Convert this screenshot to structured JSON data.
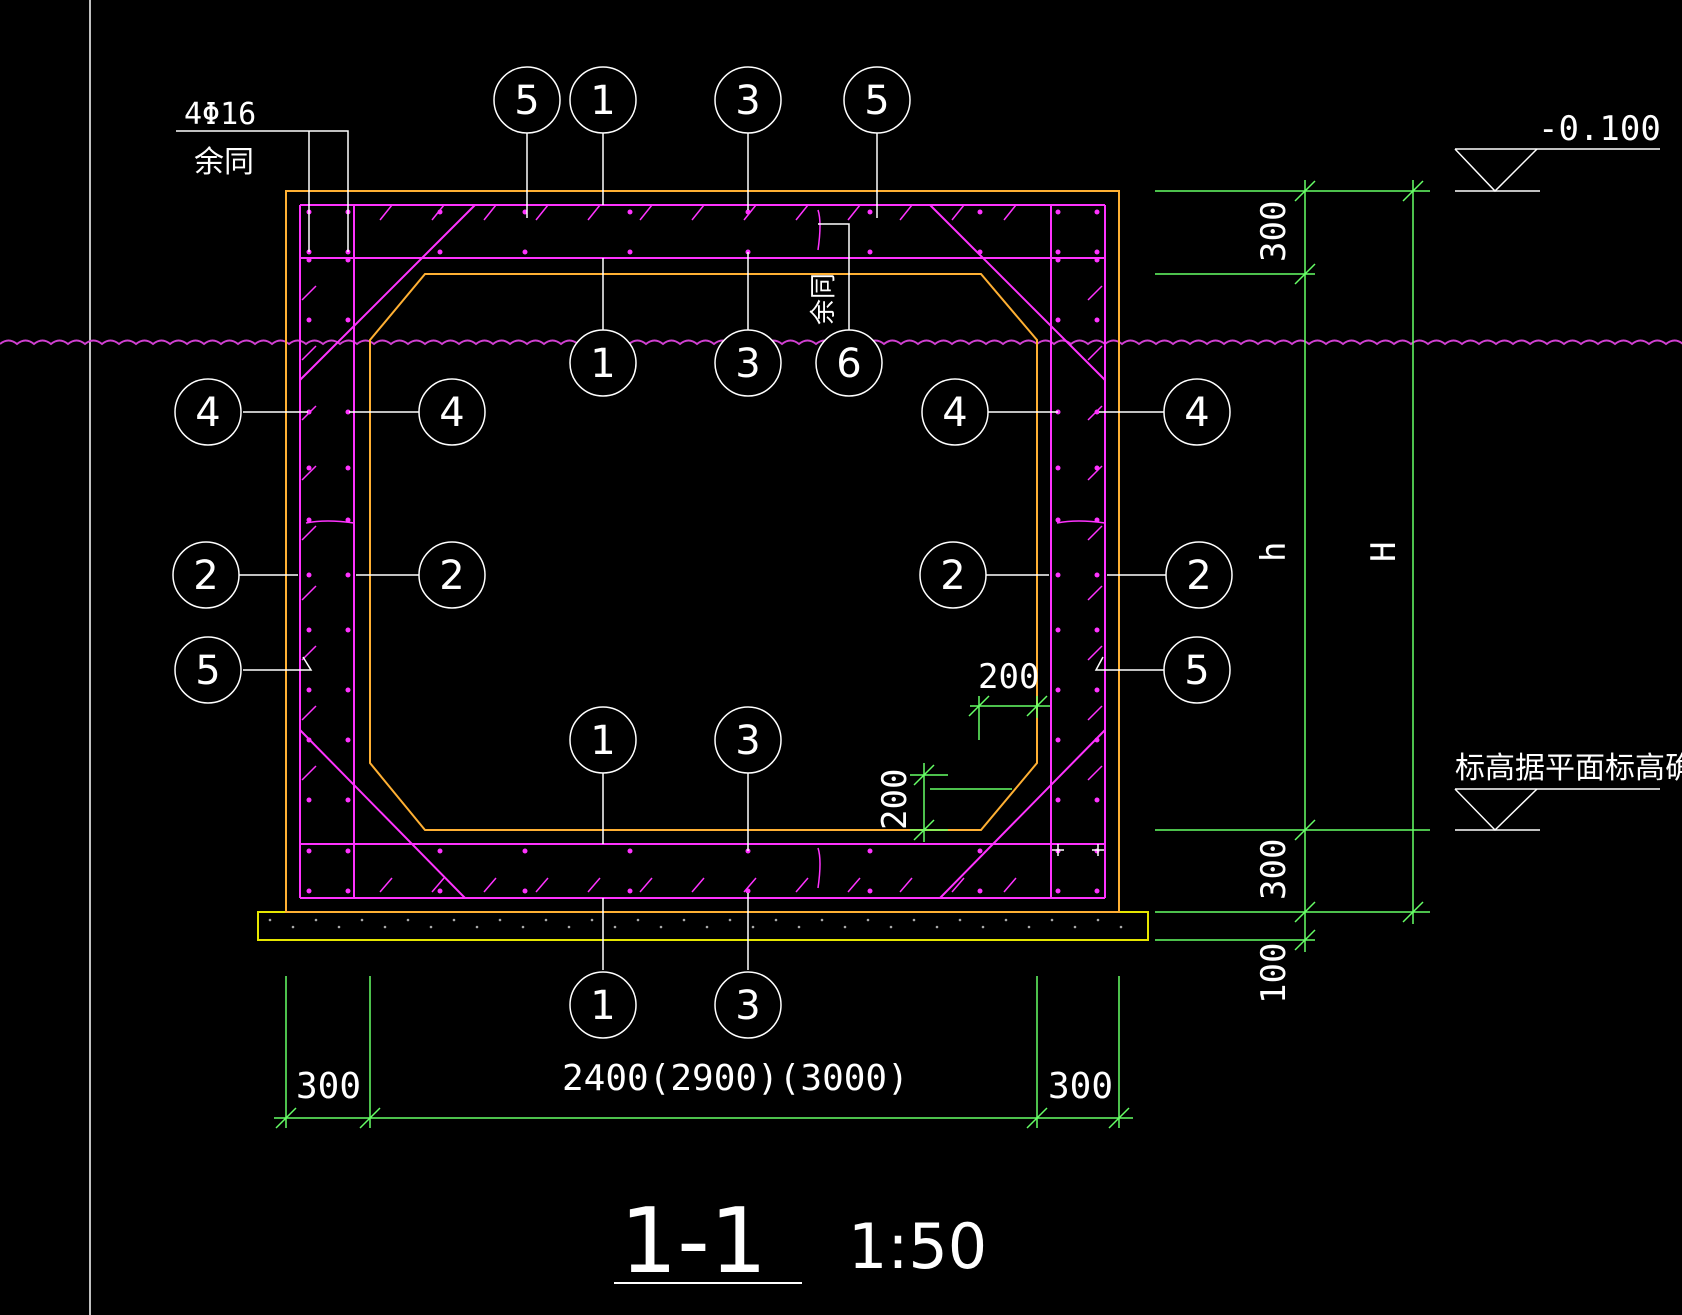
{
  "colors": {
    "background": "#000000",
    "magenta": "#ff33ff",
    "orange": "#ffb033",
    "yellow": "#e6e600",
    "green": "#66ff66",
    "white": "#ffffff",
    "wave": "#d040d0"
  },
  "callouts": {
    "top_left_bar": "4Φ16",
    "top_left_note": "余同",
    "mid_note": "余同",
    "bubble_5": "5",
    "bubble_1": "1",
    "bubble_3": "3",
    "bubble_6": "6",
    "bubble_4": "4",
    "bubble_2": "2"
  },
  "elevations": {
    "top": "-0.100",
    "bottom_note": "标高据平面标高确定"
  },
  "dimensions": {
    "top_slab": "300",
    "bottom_slab": "300",
    "cushion": "100",
    "inner_h": "h",
    "total_h": "H",
    "haunch_horizontal": "200",
    "haunch_vertical": "200",
    "left_wall": "300",
    "span": "2400(2900)(3000)",
    "right_wall": "300"
  },
  "title": {
    "section": "1-1",
    "scale": "1:50"
  }
}
